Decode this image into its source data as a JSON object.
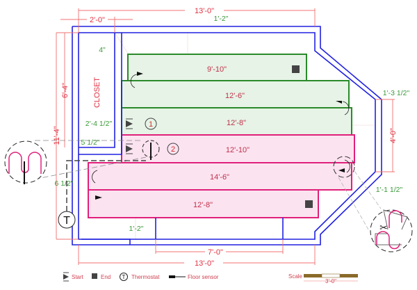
{
  "dimensions": {
    "top_overall": "13'-0\"",
    "closet_width": "2'-0\"",
    "closet_height": "6'-4\"",
    "left_overall": "11'-4\"",
    "right_wall": "4'-0\"",
    "bottom_opening": "7'-0\"",
    "bottom_overall": "13'-0\""
  },
  "offsets": {
    "top": "1'-2\"",
    "closet_top": "4\"",
    "closet_side": "2'-4 1/2\"",
    "closet_bottom": "5 1/2\"",
    "left": "6 1/2\"",
    "bottom": "1'-2\"",
    "right_upper": "1'-3 1/2\"",
    "right_lower": "1'-1 1/2\""
  },
  "room_label": "CLOSET",
  "zones": [
    {
      "number": "1",
      "color": "#2a8a2a",
      "fill": "#e6f3e6",
      "mats": [
        "9'-10\"",
        "12'-6\"",
        "12'-8\""
      ]
    },
    {
      "number": "2",
      "color": "#e0207a",
      "fill": "#fbe3f0",
      "mats": [
        "12'-10\"",
        "14'-6\"",
        "12'-8\""
      ]
    }
  ],
  "legend": {
    "start": "Start",
    "end": "End",
    "thermostat": "Thermostat",
    "thermostat_symbol": "T",
    "floor_sensor": "Floor sensor"
  },
  "scale": {
    "label": "Scale",
    "value": "3'-0\""
  },
  "colors": {
    "wall": "#2020e0",
    "dimension": "#e03040",
    "offset": "#3a9a3a"
  }
}
